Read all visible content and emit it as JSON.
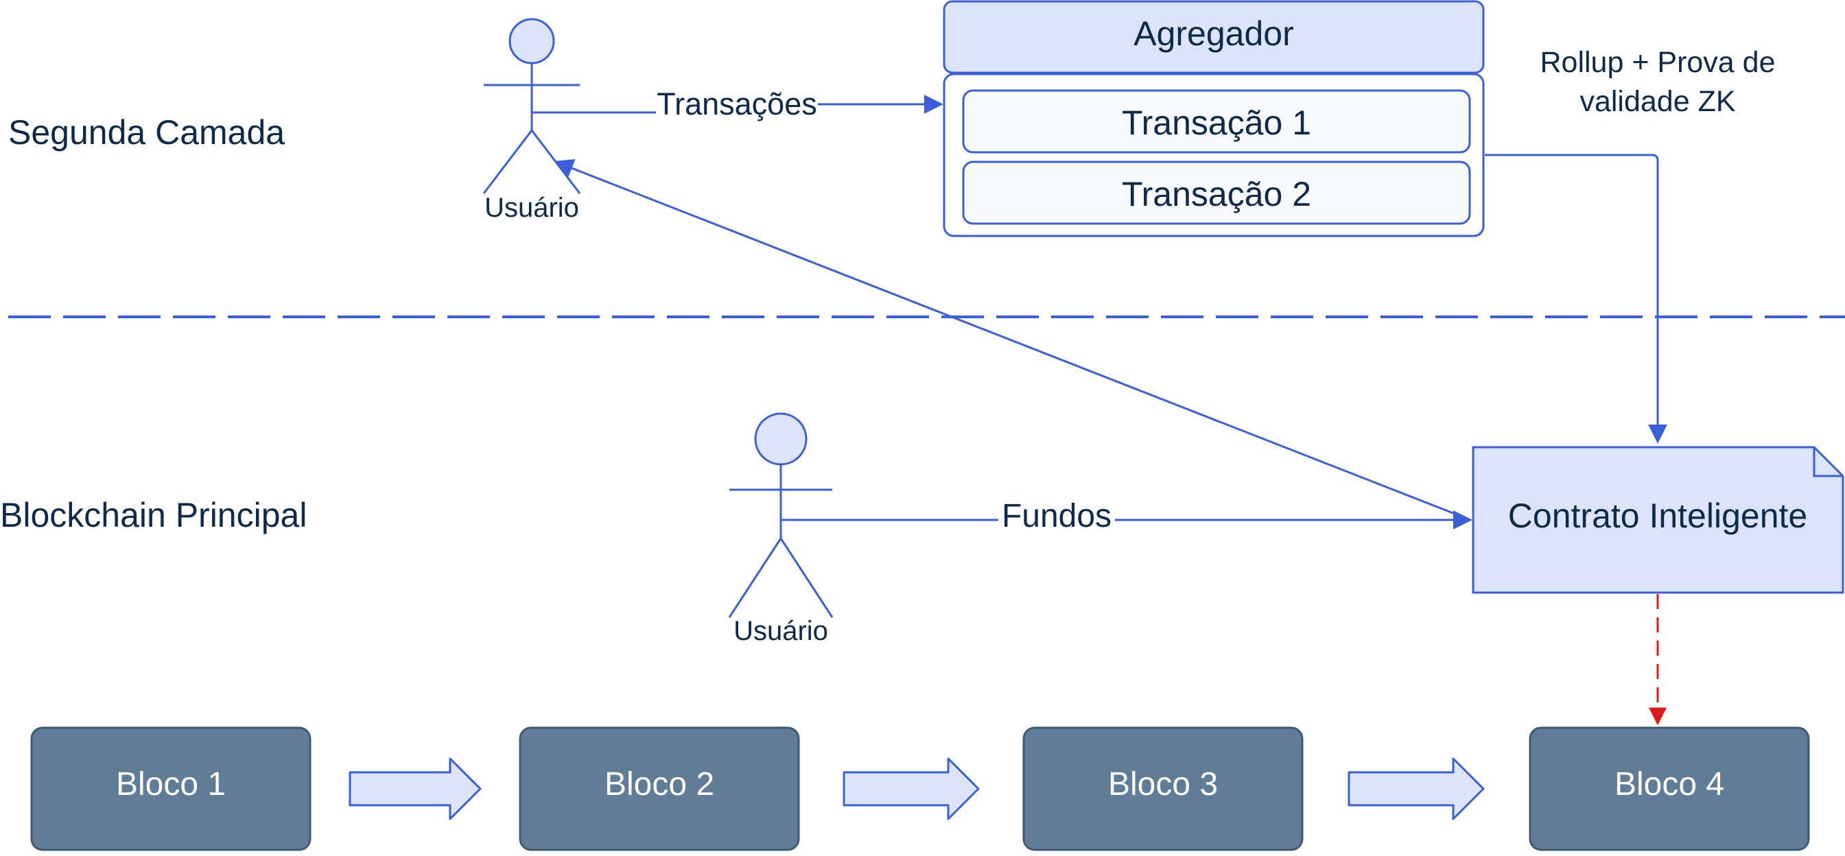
{
  "colors": {
    "primary": "#3a5fd9",
    "fill_light": "#dce4fb",
    "fill_inner": "#f7f9fd",
    "text_dark": "#0d2a4a",
    "block_fill": "#607d97",
    "block_stroke": "#3e5a77",
    "block_text": "#ffffff",
    "dashed_red": "#e0191b"
  },
  "layers": {
    "second": "Segunda Camada",
    "main": "Blockchain Principal"
  },
  "actors": {
    "top_user": "Usuário",
    "bottom_user": "Usuário"
  },
  "aggregator": {
    "title": "Agregador",
    "transactions": [
      "Transação 1",
      "Transação 2"
    ]
  },
  "edges": {
    "transactions": "Transações",
    "funds": "Fundos",
    "rollup_line1": "Rollup + Prova de",
    "rollup_line2": "validade ZK"
  },
  "contract": {
    "label": "Contrato Inteligente"
  },
  "blocks": [
    "Bloco 1",
    "Bloco 2",
    "Bloco 3",
    "Bloco 4"
  ]
}
